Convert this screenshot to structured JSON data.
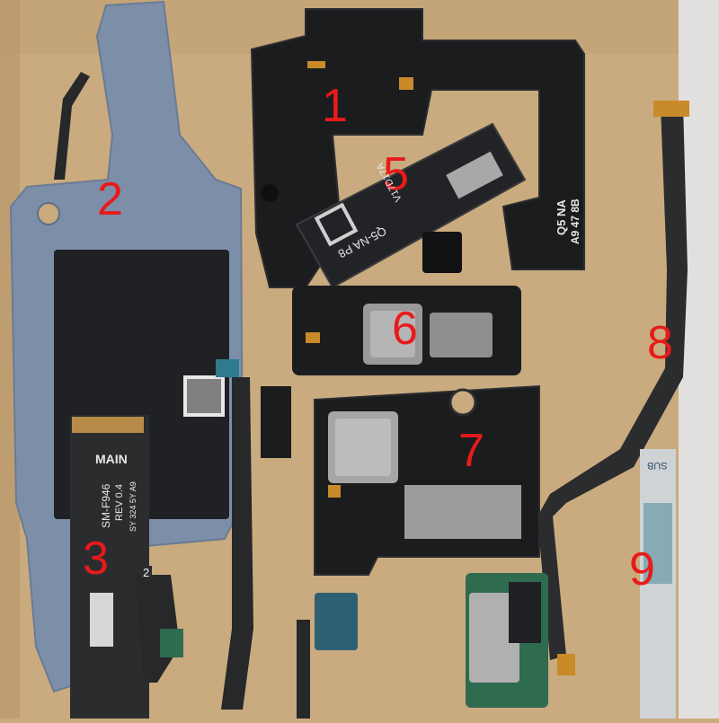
{
  "colors": {
    "background": "#c9ab7f",
    "cardboard_dark": "#b39265",
    "bracket": "#1b1c1e",
    "bracket_edge": "#2c2d30",
    "graphite_sheet": "#7d8ea8",
    "graphite_dark": "#1f2124",
    "flex_cable": "#26282a",
    "gold_contact": "#c98a2a",
    "metal_shield": "#a8a8a8",
    "pcb_green": "#2f6b4f",
    "label_red": "#e81a1a",
    "print_text": "#e8e8e8"
  },
  "labels": {
    "n1": "1",
    "n2": "2",
    "n3": "3",
    "n4": "5",
    "n5": "6",
    "n6": "7",
    "n7": "8",
    "n8": "9"
  },
  "printed_text": {
    "flex_main": "MAIN",
    "model": "SM-F946",
    "rev": "REV 0.4",
    "code": "SY 324 5Y A9",
    "plate_a": "Q5 NA",
    "plate_b": "A9 47 8B",
    "plate_c": "Q5-NA P8",
    "plate_d": "V17D17A",
    "sub_flex": "SUB",
    "small_tag": "2"
  }
}
